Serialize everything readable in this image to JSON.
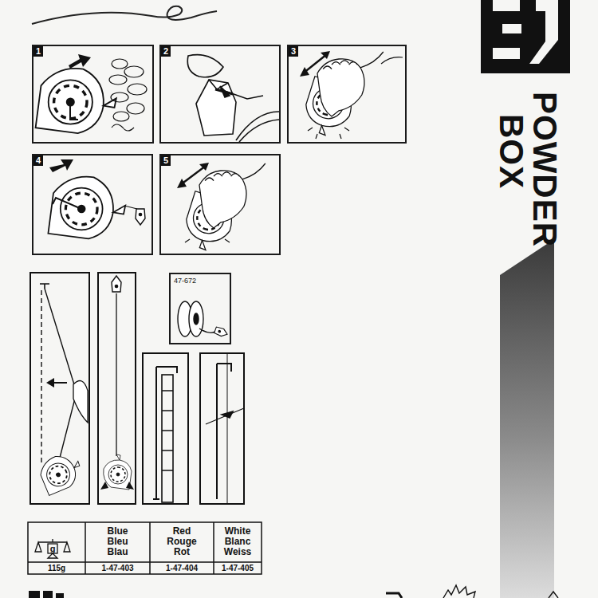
{
  "diagram": {
    "nodes": [
      {
        "text": [
          "1"
        ]
      },
      {
        "text": [
          "2"
        ]
      },
      {
        "text": [
          "3"
        ]
      },
      {
        "text": [
          "4"
        ]
      },
      {
        "text": [
          "5"
        ]
      },
      {
        "text": [
          "47-672"
        ]
      }
    ],
    "labels": [
      "POWDER BOX",
      "g",
      "Blue Bleu Blau",
      "Red Rouge Rot",
      "White Blanc Weiss",
      "115g",
      "1-47-403",
      "1-47-404",
      "1-47-405"
    ]
  }
}
